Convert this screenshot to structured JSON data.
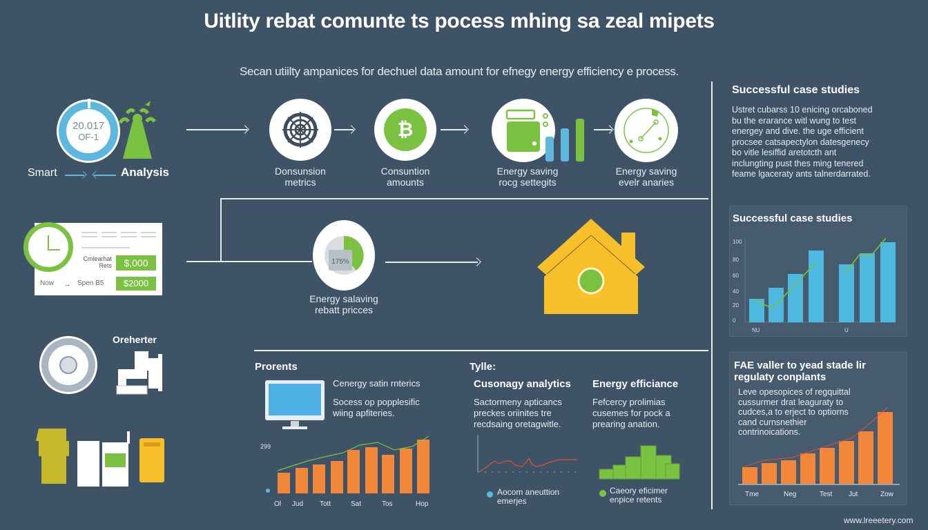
{
  "header": {
    "title": "Uitlity rebat comunte ts pocess mhing sa zeal mipets",
    "subtitle": "Secan utiilty ampanices for dechuel data amount  for efnegy energy efficiency e process."
  },
  "smart_analysis": {
    "gauge_line1": "20.017",
    "gauge_line2": "OF-1",
    "left_label": "Smart",
    "right_label": "Analysis"
  },
  "process_steps": [
    {
      "label_line1": "Donsunsion",
      "label_line2": "metrics",
      "icon": "target-gear-icon"
    },
    {
      "label_line1": "Consuntion",
      "label_line2": "amounts",
      "icon": "bitcoin-coin-icon",
      "glyph": "₿"
    },
    {
      "label_line1": "Energy saving",
      "label_line2": "rocg settegits",
      "icon": "wallet-bars-icon"
    },
    {
      "label_line1": "Energy saving",
      "label_line2": "evelr anaries",
      "icon": "radar-dial-icon"
    }
  ],
  "rebate_card": {
    "label1_line1": "Cmlearhat",
    "label1_line2": "Rets",
    "value1": "$,000",
    "label2_left": "Now",
    "label2_mid": "Spen B5",
    "value2": "$2000"
  },
  "rebate_step": {
    "meter_value": "175%",
    "label_line1": "Energy salaving",
    "label_line2": "rebatt pricces"
  },
  "appliances": {
    "label": "Oreherter"
  },
  "bottom_left": {
    "heading": "Prorents",
    "text_title": "Cenergy satin rnterics",
    "text_body_line1": "Socess op popplesific",
    "text_body_line2": "wiing apfiteries."
  },
  "bottom_middle": {
    "heading": "Tylle:",
    "col1_title": "Cusonagy analytics",
    "col1_body": [
      "Sactormeny apticancs",
      "preckes oriinites tre",
      "recdsaing oretagwitle."
    ],
    "col1_legend": [
      "Aocom aneuttion",
      "emerjes"
    ],
    "col2_title": "Energy efficiance",
    "col2_body": [
      "Fefcercy prolimias",
      "cusemes for pock a",
      "prearing anation."
    ],
    "col2_legend": [
      "Caeory eficimer",
      "enpice retents"
    ]
  },
  "right_panel_text": {
    "title": "Successful case studies",
    "body": [
      "Ustret cubarss 10 enicing orcaboned",
      "bu the erarance witl wung to test",
      "energey and dive. the uge efficient",
      "procsee catsapectylon datesgenecy",
      "bo vitle lesiffid aretotcth ant",
      "inclungting pust thes ming tenered",
      "feame lgaceraty ants talnerdarrated."
    ]
  },
  "right_panel_chart": {
    "title": "Successful case studies"
  },
  "right_panel_regulatory": {
    "title_line1": "FAE valler to yead stade lir",
    "title_line2": "regulaty conplants",
    "body": [
      "Leve opesopices of regquittal",
      "cussurmer drat leaguraty to",
      "cudces,a to erject to optiorns",
      "cand curnsnethier",
      "contrinoications."
    ]
  },
  "footer": {
    "url": "www.lreeetery.com"
  },
  "colors": {
    "background": "#3e5366",
    "accent_green": "#7cc242",
    "accent_blue": "#4db8e0",
    "accent_orange": "#f2873a",
    "accent_yellow": "#f7c02b"
  },
  "chart_data": [
    {
      "type": "bar",
      "title": "",
      "xlabel": "",
      "ylabel": "",
      "categories": [
        "Ol",
        "Jud",
        "",
        "Tott",
        "",
        "Sat",
        "Tos",
        "",
        "Hop"
      ],
      "series": [
        {
          "name": "bars",
          "values": [
            18,
            25,
            30,
            35,
            52,
            56,
            44,
            54,
            72
          ]
        },
        {
          "name": "trend-line",
          "values": [
            20,
            30,
            38,
            45,
            60,
            65,
            55,
            62,
            80
          ]
        }
      ],
      "tick_labels_y": [
        "299"
      ],
      "grid": false
    },
    {
      "type": "line",
      "title": "",
      "categories": [],
      "series": [
        {
          "name": "Aocom aneuttion emerjes",
          "values": [
            0,
            4,
            5,
            4,
            5,
            3,
            5,
            3,
            4,
            5,
            5,
            5
          ]
        }
      ],
      "grid": false
    },
    {
      "type": "bar",
      "title": "Successful case studies",
      "categories": [
        "NU",
        "",
        "",
        "",
        "U",
        "",
        ""
      ],
      "series": [
        {
          "name": "bars",
          "values": [
            22,
            36,
            53,
            78,
            64,
            75,
            86
          ]
        },
        {
          "name": "trend-line",
          "values": [
            23,
            15,
            32,
            63,
            33,
            73,
            90
          ]
        }
      ],
      "tick_labels_y": [
        "0",
        "20",
        "40",
        "60",
        "80",
        "100"
      ],
      "ylim": [
        0,
        100
      ],
      "grid": false
    },
    {
      "type": "bar",
      "title": "FAE valler to yead stade lir regulaty conplants",
      "categories": [
        "Tme",
        "",
        "Neg",
        "",
        "Test",
        "",
        "Jut",
        "",
        "Zow"
      ],
      "series": [
        {
          "name": "bars",
          "values": [
            20,
            25,
            28,
            35,
            40,
            47,
            53,
            67,
            89
          ]
        },
        {
          "name": "trend-line",
          "values": [
            22,
            30,
            32,
            38,
            45,
            55,
            60,
            73,
            95
          ]
        }
      ],
      "grid": false
    }
  ]
}
